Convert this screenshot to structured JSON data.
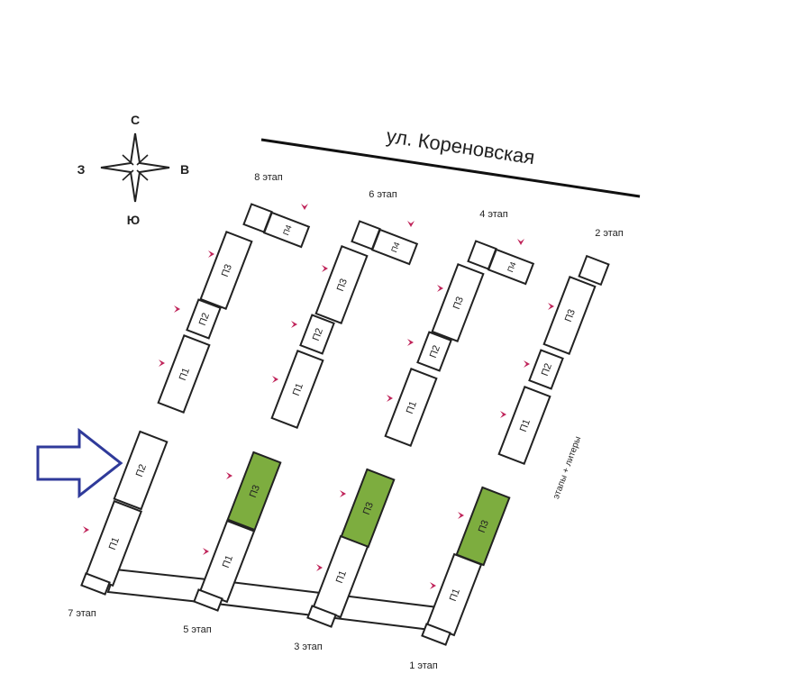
{
  "street": {
    "name": "ул. Кореновская"
  },
  "compass": {
    "north": "С",
    "south": "Ю",
    "west": "З",
    "east": "В"
  },
  "legend": {
    "text": "этапы + литеры"
  },
  "colors": {
    "highlight": "#7dad3f",
    "outline": "#222222",
    "entrance": "#c0245a",
    "arrow": "#2f3a9a"
  },
  "stages": [
    {
      "id": "stage-8",
      "label": "8 этап",
      "buildings": [
        "П1",
        "П2",
        "П3",
        "П4"
      ]
    },
    {
      "id": "stage-6",
      "label": "6 этап",
      "buildings": [
        "П1",
        "П2",
        "П3",
        "П4"
      ]
    },
    {
      "id": "stage-4",
      "label": "4 этап",
      "buildings": [
        "П1",
        "П2",
        "П3",
        "П4"
      ]
    },
    {
      "id": "stage-2",
      "label": "2 этап",
      "buildings": [
        "П1",
        "П2",
        "П3"
      ]
    },
    {
      "id": "stage-7",
      "label": "7 этап",
      "buildings": [
        "П1",
        "П2"
      ]
    },
    {
      "id": "stage-5",
      "label": "5 этап",
      "buildings": [
        "П1",
        "П3"
      ],
      "highlighted": "П3"
    },
    {
      "id": "stage-3",
      "label": "3 этап",
      "buildings": [
        "П1",
        "П3"
      ],
      "highlighted": "П3"
    },
    {
      "id": "stage-1",
      "label": "1 этап",
      "buildings": [
        "П1",
        "П3"
      ],
      "highlighted": "П3"
    }
  ],
  "pointer": {
    "icon": "arrow-right-icon",
    "target": "stage-7 П2"
  }
}
